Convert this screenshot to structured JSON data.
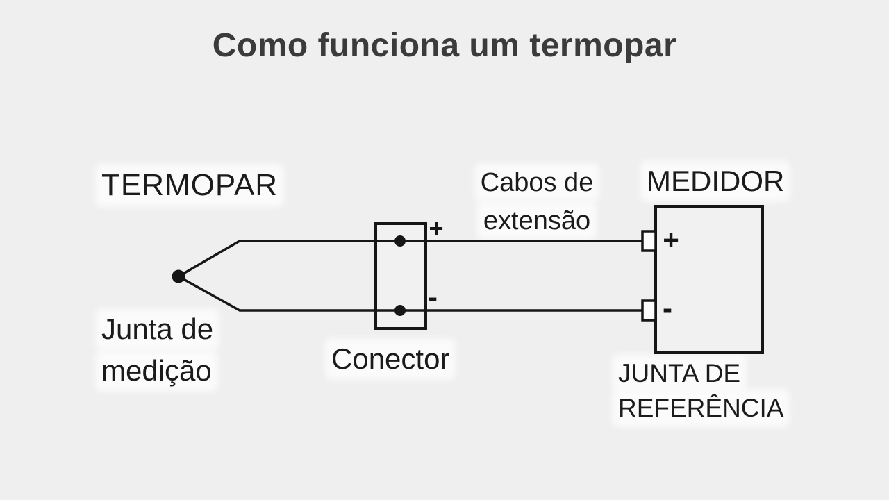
{
  "title": "Como funciona um termopar",
  "diagram": {
    "labels": {
      "termopar": "TERMOPAR",
      "cabos_line1": "Cabos de",
      "cabos_line2": "extensão",
      "medidor": "MEDIDOR",
      "junta_medicao_line1": "Junta de",
      "junta_medicao_line2": "medição",
      "conector": "Conector",
      "junta_referencia_line1": "JUNTA DE",
      "junta_referencia_line2": "REFERÊNCIA",
      "connector_plus": "+",
      "connector_minus": "-",
      "meter_plus": "+",
      "meter_minus": "-"
    },
    "colors": {
      "background": "#efefef",
      "line": "#161616",
      "title_text": "#3b3b3b",
      "label_text": "#1b1b1b",
      "label_backdrop": "#fdfdfd"
    }
  }
}
